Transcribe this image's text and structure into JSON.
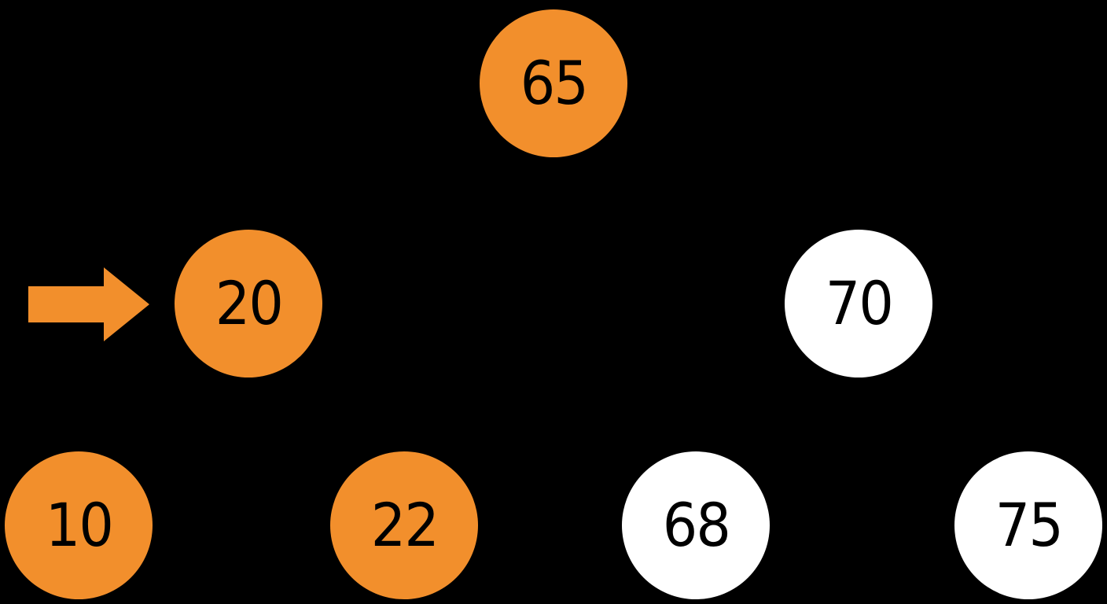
{
  "tree": {
    "nodes": [
      {
        "id": "65",
        "label": "65",
        "highlighted": true
      },
      {
        "id": "20",
        "label": "20",
        "highlighted": true
      },
      {
        "id": "70",
        "label": "70",
        "highlighted": false
      },
      {
        "id": "10",
        "label": "10",
        "highlighted": true
      },
      {
        "id": "22",
        "label": "22",
        "highlighted": true
      },
      {
        "id": "68",
        "label": "68",
        "highlighted": false
      },
      {
        "id": "75",
        "label": "75",
        "highlighted": false
      }
    ],
    "pointer_target": "20"
  },
  "colors": {
    "background": "#000000",
    "highlight": "#F28F2C",
    "default_node": "#FFFFFF",
    "text": "#000000",
    "pointer": "#F28F2C"
  },
  "icons": {
    "pointer": "right-arrow-icon"
  }
}
